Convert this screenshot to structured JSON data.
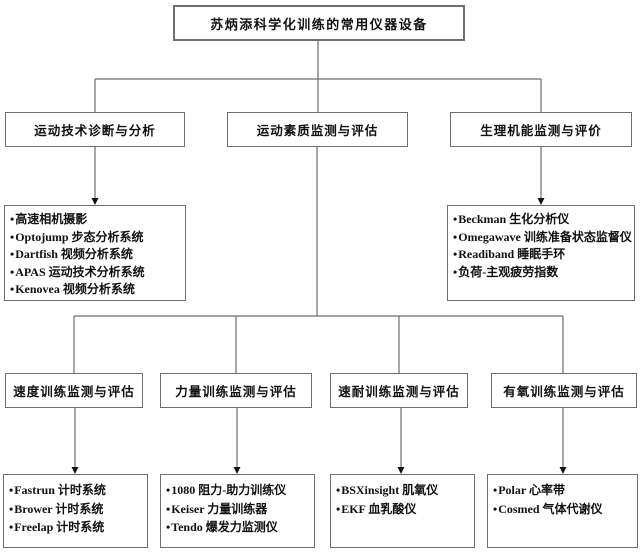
{
  "diagram": {
    "root": {
      "label": "苏炳添科学化训练的常用仪器设备"
    },
    "branches": [
      {
        "label": "运动技术诊断与分析",
        "equipment": [
          "高速相机摄影",
          "Optojump 步态分析系统",
          "Dartfish 视频分析系统",
          "APAS 运动技术分析系统",
          "Kenovea 视频分析系统"
        ]
      },
      {
        "label": "运动素质监测与评估",
        "children": [
          {
            "label": "速度训练监测与评估",
            "equipment": [
              "Fastrun 计时系统",
              "Brower 计时系统",
              "Freelap 计时系统"
            ]
          },
          {
            "label": "力量训练监测与评估",
            "equipment": [
              "1080 阻力-助力训练仪",
              "Keiser 力量训练器",
              "Tendo 爆发力监测仪"
            ]
          },
          {
            "label": "速耐训练监测与评估",
            "equipment": [
              "BSXinsight 肌氧仪",
              "EKF 血乳酸仪"
            ]
          },
          {
            "label": "有氧训练监测与评估",
            "equipment": [
              "Polar 心率带",
              "Cosmed 气体代谢仪"
            ]
          }
        ]
      },
      {
        "label": "生理机能监测与评价",
        "equipment": [
          "Beckman 生化分析仪",
          "Omegawave 训练准备状态监督仪",
          "Readiband 睡眠手环",
          "负荷-主观疲劳指数"
        ]
      }
    ],
    "colors": {
      "line": "#6e6e6e",
      "arrow": "#111111",
      "text": "#111111",
      "background": "#ffffff"
    }
  }
}
